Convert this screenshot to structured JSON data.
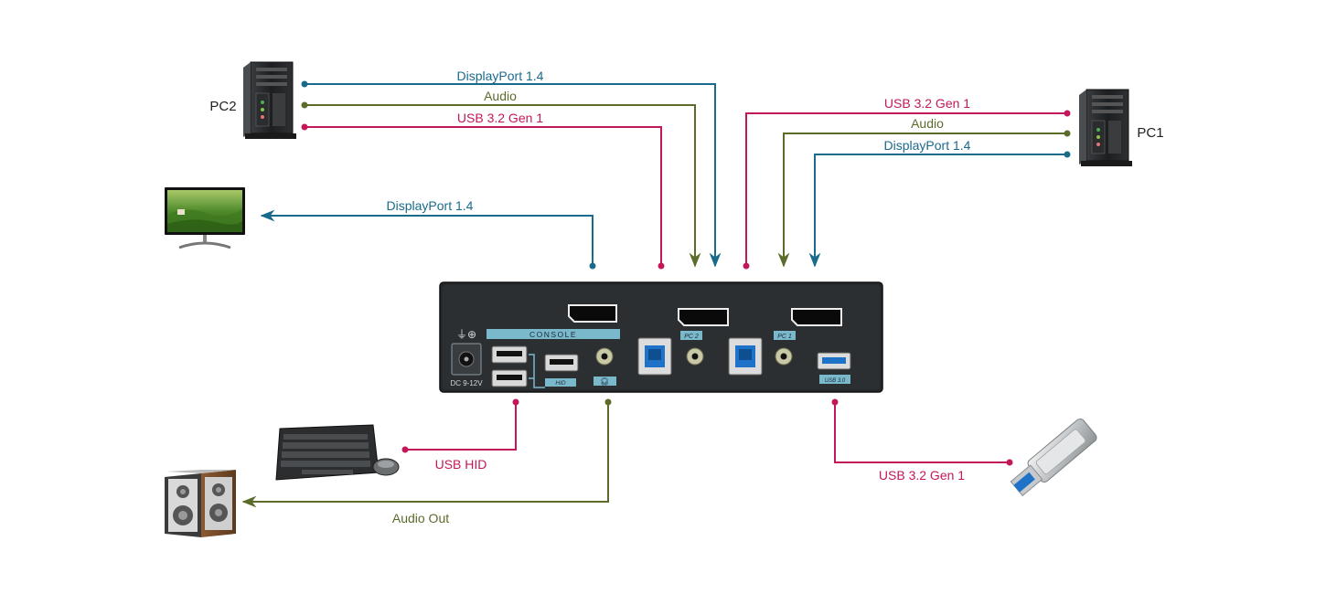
{
  "colors": {
    "displayport": "#1a6a8c",
    "audio": "#5a6b2a",
    "usb": "#c2185b",
    "panel": "#26292b",
    "port_accent": "#7ab8cc"
  },
  "devices": {
    "pc2": {
      "label": "PC2",
      "icon": "tower-pc-icon"
    },
    "pc1": {
      "label": "PC1",
      "icon": "tower-pc-icon"
    },
    "monitor": {
      "icon": "monitor-icon"
    },
    "keyboard_mouse": {
      "icon": "keyboard-mouse-icon"
    },
    "speakers": {
      "icon": "speakers-icon"
    },
    "usb_drive": {
      "icon": "usb-flash-drive-icon"
    }
  },
  "connections": {
    "pc2_displayport": "DisplayPort 1.4",
    "pc2_audio": "Audio",
    "pc2_usb": "USB 3.2 Gen 1",
    "pc1_usb": "USB 3.2 Gen 1",
    "pc1_audio": "Audio",
    "pc1_displayport": "DisplayPort 1.4",
    "monitor_displayport": "DisplayPort 1.4",
    "usb_hid": "USB HID",
    "audio_out": "Audio Out",
    "usb_storage": "USB 3.2 Gen 1"
  },
  "kvm_panel": {
    "power_label": "DC  9-12V",
    "console_label": "CONSOLE",
    "hid_label": "HID",
    "pc2_port_label": "PC 2",
    "pc1_port_label": "PC 1",
    "usb_port_label": "USB 3.0"
  }
}
